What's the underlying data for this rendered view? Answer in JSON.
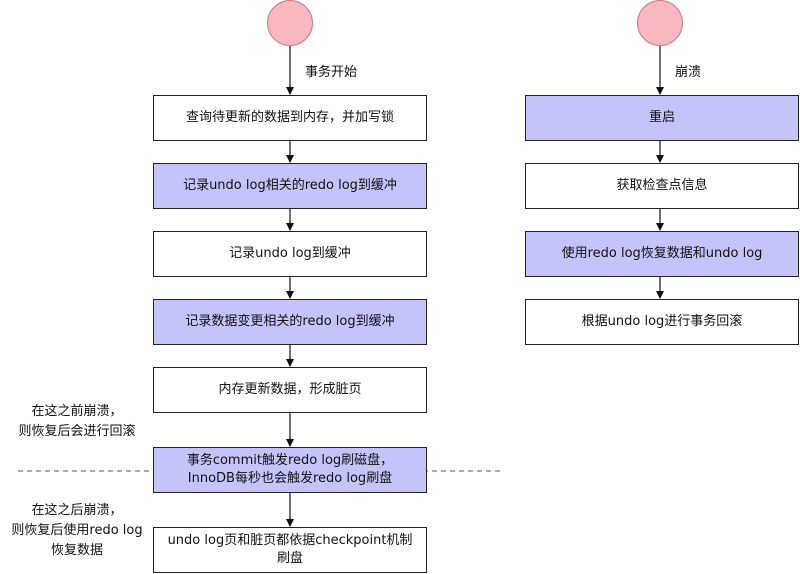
{
  "left_flow": {
    "start_label": "事务开始",
    "steps": [
      "查询待更新的数据到内存，并加写锁",
      "记录undo log相关的redo log到缓冲",
      "记录undo log到缓冲",
      "记录数据变更相关的redo log到缓冲",
      "内存更新数据，形成脏页",
      "事务commit触发redo log刷磁盘，\nInnoDB每秒也会触发redo log刷盘",
      "undo log页和脏页都依据checkpoint机制\n刷盘"
    ],
    "note_before": "在这之前崩溃，\n则恢复后会进行回滚",
    "note_after": "在这之后崩溃，\n则恢复后使用redo log\n恢复数据"
  },
  "right_flow": {
    "start_label": "崩溃",
    "steps": [
      "重启",
      "获取检查点信息",
      "使用redo log恢复数据和undo log",
      "根据undo log进行事务回滚"
    ]
  },
  "colors": {
    "highlight_box": "#c4c4fa",
    "start_circle": "#f9b8c0"
  }
}
